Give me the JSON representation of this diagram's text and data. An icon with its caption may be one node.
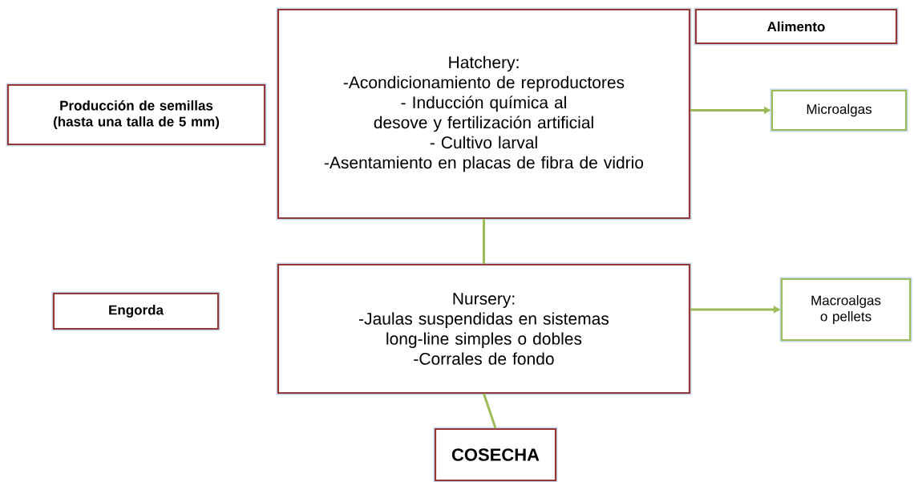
{
  "diagram": {
    "nodes": [
      {
        "text": [
          "Producción de semillas (hasta una talla de 5 mm)"
        ]
      },
      {
        "text": [
          "Hatchery:",
          "-Acondicionamiento de reproductores",
          "- Inducción química al desove y fertilización artificial",
          "- Cultivo larval",
          "-Asentamiento en placas de fibra de vidrio"
        ]
      },
      {
        "text": [
          "Alimento"
        ]
      },
      {
        "text": [
          "Microalgas"
        ]
      },
      {
        "text": [
          "Engorda"
        ]
      },
      {
        "text": [
          "Nursery:",
          "-Jaulas suspendidas en sistemas long-line simples o dobles",
          "-Corrales de fondo"
        ]
      },
      {
        "text": [
          "Macroalgas o pellets"
        ]
      },
      {
        "text": [
          "COSECHA"
        ]
      }
    ],
    "edges": [
      {
        "from": 1,
        "to": 3,
        "arrow": "to"
      },
      {
        "from": 1,
        "to": 5,
        "arrow": "none"
      },
      {
        "from": 5,
        "to": 6,
        "arrow": "to"
      },
      {
        "from": 5,
        "to": 7,
        "arrow": "none"
      }
    ]
  }
}
